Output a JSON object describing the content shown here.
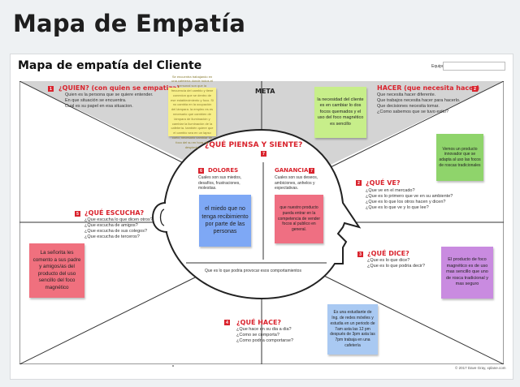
{
  "page": {
    "title": "Mapa de Empatía"
  },
  "sheet": {
    "title": "Mapa de empatía del Cliente",
    "equipo_label": "Equipo:"
  },
  "meta": {
    "label": "META"
  },
  "quien": {
    "num": "1",
    "title": "¿QUIEN? (con quien se empatiza)",
    "lines": [
      "Quien es la persona que se quiere entender.",
      "En que situación se encuentra.",
      "Cual es su papel en esa situacion."
    ]
  },
  "hacer_top": {
    "num": "2",
    "title": "HACER (que necesita hacer)",
    "lines": [
      "Que necesita hacer diferente.",
      "Que trabajos necesita hacer para hacerlo.",
      "Que decisiones necesita tomar.",
      "¿Como sabemos que se tuvo exito?"
    ]
  },
  "piensa": {
    "num": "7",
    "title": "¿QUÉ PIENSA Y SIENTE?"
  },
  "dolores": {
    "num": "6",
    "title": "DOLORES",
    "lines": [
      "Cuales son sus miedos,",
      "desafíos, frustraciones,",
      "molestias."
    ]
  },
  "ganancias": {
    "num": "7",
    "title": "GANANCIAS",
    "lines": [
      "Cuales son sus deseos,",
      "ambiciones, anhelos y",
      "expectativas."
    ]
  },
  "piensa_bottom": {
    "text": "Que es lo que podria provocar esos comportamientos"
  },
  "ve": {
    "num": "2",
    "title": "¿QUÉ VE?",
    "lines": [
      "¿Que ve en el mercado?",
      "¿Que es lo primero que ve en su ambiente?",
      "¿Que es lo que los otros hacen y dicen?",
      "¿Que es lo que ve y lo que lee?"
    ]
  },
  "escucha": {
    "num": "5",
    "title": "¿QUÉ ESCUCHA?",
    "lines": [
      "¿Que escucha lo que dicen otros?",
      "¿Que escucha de amigos?",
      "¿Que escucha de sus colegos?",
      "¿Que escucha de terceros?"
    ]
  },
  "dice": {
    "num": "3",
    "title": "¿QUÉ DICE?",
    "lines": [
      "¿Que es lo que dice?",
      "¿Que es lo que podria decir?"
    ]
  },
  "hace": {
    "num": "4",
    "title": "¿QUÉ HACE?",
    "lines": [
      "¿Que hace en su dia a dia?",
      "¿Como se comporta?",
      "¿Como podria comportarse?"
    ]
  },
  "stickies": {
    "quien_note": "Se encuentra trabajando en una cafetería donde todos el personal son que la frecuencia del cambio y tiene conexion que se dentro de ese establecimiento y foco. Si no cambia en la ocupación del lámpara. la empleo es es necesario que cambien de lámpara de iluminación y cambiar la iluminación de la cafetería. también quiere que el cambio sea en un lapso corto, necesario cambiar de foco del su en hora del despierto.",
    "meta_note": "la necesidad del cliente es en cambiar lo dos focos quemados y el uso del foco magnético es sencillo",
    "hacer_note": "Vemos un producto innovador que se adapta al uso las focos de roscas tradicionales",
    "dolores_note": "el miedo que no tenga recibimiento por parte de las personas",
    "ganancias_note": "que nuestro producto pueda entrar en la competencia de vender focos al publico en general.",
    "escucha_note": "La señorita les comento a sus padre y amigos/as del producto del uso sencillo del foco magnético",
    "dice_note": "El producto de foco magnético es de uso mas sencillo que uno de rosca tradicional y mas seguro",
    "hace_note": "Es una estudiante de Ing. de redes móviles y estudia en un periodo de 7am asta las 12 pm después de 3pm asta las 7pm trabaja en una cafetería"
  },
  "colors": {
    "red": "#d9232d",
    "yellow": "#f7ef8a",
    "green": "#9ed86e",
    "blue": "#6f9ef7",
    "pink": "#ef6f82",
    "purple": "#c98be0",
    "lightblue": "#a9c9f2"
  },
  "footer": {
    "copyright": "© 2017 Dave Gray, xplane.com"
  }
}
